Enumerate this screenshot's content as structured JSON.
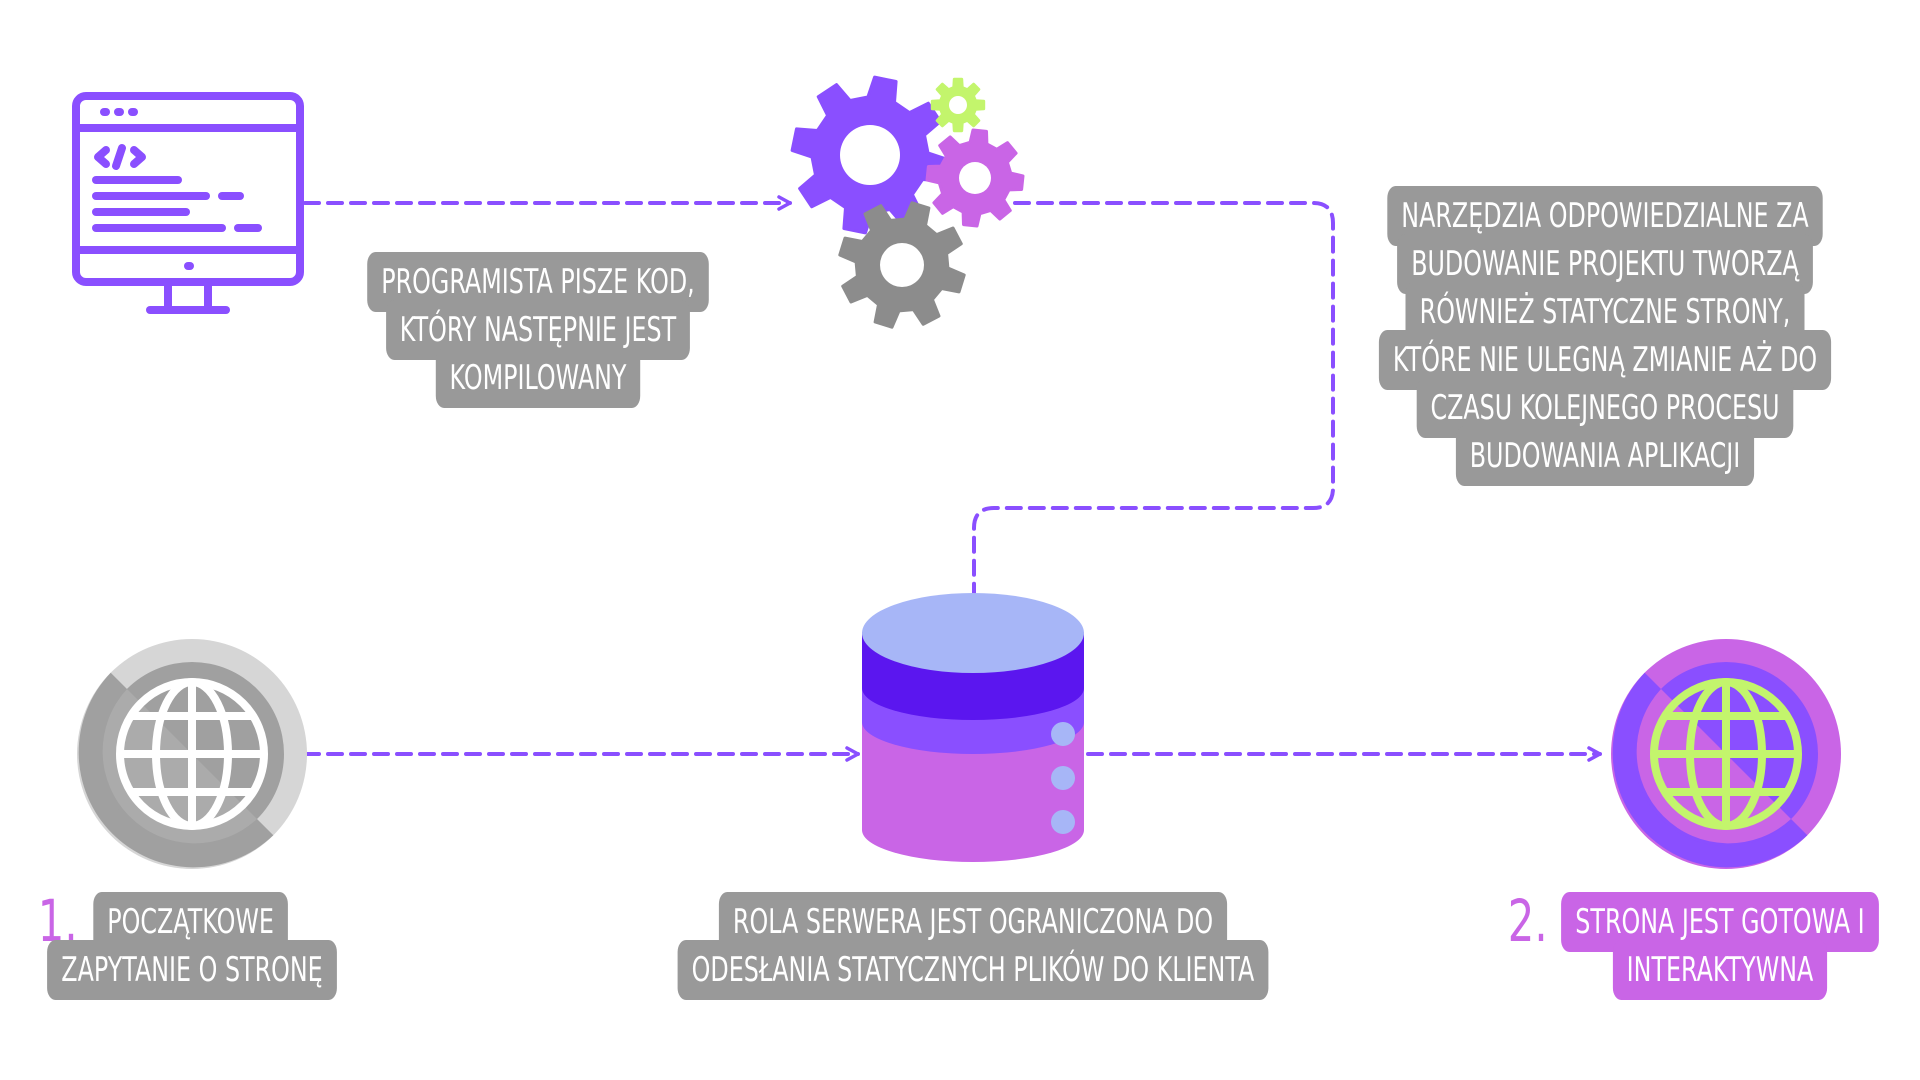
{
  "diagram": {
    "labels": {
      "code": [
        "PROGRAMISTA PISZE KOD,",
        "KTÓRY NASTĘPNIE JEST",
        "KOMPILOWANY"
      ],
      "build": [
        "NARZĘDZIA ODPOWIEDZIALNE ZA",
        "BUDOWANIE PROJEKTU TWORZĄ",
        "RÓWNIEŻ STATYCZNE STRONY,",
        "KTÓRE NIE ULEGNĄ ZMIANIE AŻ DO",
        "CZASU KOLEJNEGO PROCESU",
        "BUDOWANIA APLIKACJI"
      ],
      "request": [
        "POCZĄTKOWE",
        "ZAPYTANIE O STRONĘ"
      ],
      "server": [
        "ROLA SERWERA JEST OGRANICZONA DO",
        "ODESŁANIA STATYCZNYCH PLIKÓW DO KLIENTA"
      ],
      "ready": [
        "STRONA JEST GOTOWA I",
        "INTERAKTYWNA"
      ]
    },
    "step_numbers": {
      "first": "1.",
      "second": "2."
    },
    "icons": {
      "computer": "code-monitor-icon",
      "build": "gears-icon",
      "request": "globe-icon",
      "server": "database-server-icon",
      "ready": "globe-icon"
    },
    "colors": {
      "accent": "#8a4fff",
      "purple_dark": "#5b16ef",
      "purple_mid": "#8a4fff",
      "pink": "#c965e6",
      "lilac": "#a7b6f7",
      "green": "#c3f56c",
      "label_gray": "#999999",
      "gear_gray": "#8c8c8c",
      "globe_gray_light": "#d6d6d6",
      "globe_gray_dark": "#a0a0a0"
    }
  }
}
